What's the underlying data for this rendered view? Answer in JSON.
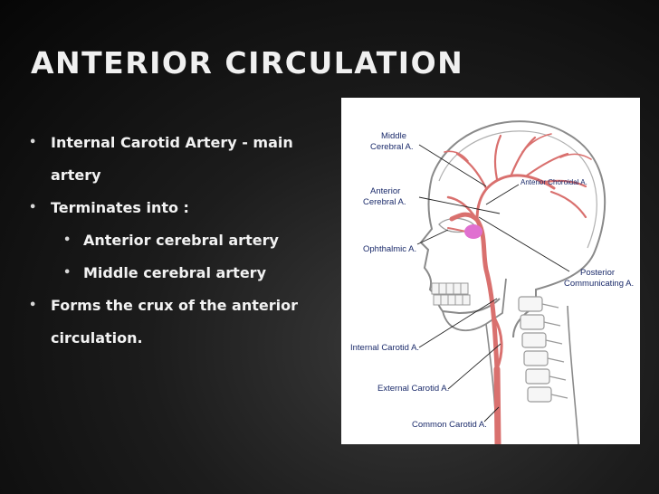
{
  "slide": {
    "title": "ANTERIOR CIRCULATION",
    "bullets": [
      {
        "level": 1,
        "text_line1": "Internal Carotid Artery  - main",
        "text_line2": "artery"
      },
      {
        "level": 1,
        "text_line1": "Terminates into :"
      },
      {
        "level": 2,
        "text_line1": "Anterior cerebral artery"
      },
      {
        "level": 2,
        "text_line1": "Middle cerebral artery"
      },
      {
        "level": 1,
        "text_line1": "Forms the crux of the anterior",
        "text_line2": "circulation."
      }
    ]
  },
  "diagram": {
    "labels": {
      "middle_1": "Middle",
      "middle_2": "Cerebral A.",
      "anterior_choroidal": "Anterior Choroidal A.",
      "anterior_1": "Anterior",
      "anterior_2": "Cerebral A.",
      "ophthalmic": "Ophthalmic A.",
      "posterior_1": "Posterior",
      "posterior_2": "Communicating A.",
      "internal_carotid": "Internal Carotid A.",
      "external_carotid": "External Carotid A.",
      "common_carotid": "Common Carotid A."
    },
    "colors": {
      "artery": "#d9706e",
      "outline": "#8a8a8a",
      "label": "#1a2a6a",
      "highlight": "#e070d0"
    }
  }
}
